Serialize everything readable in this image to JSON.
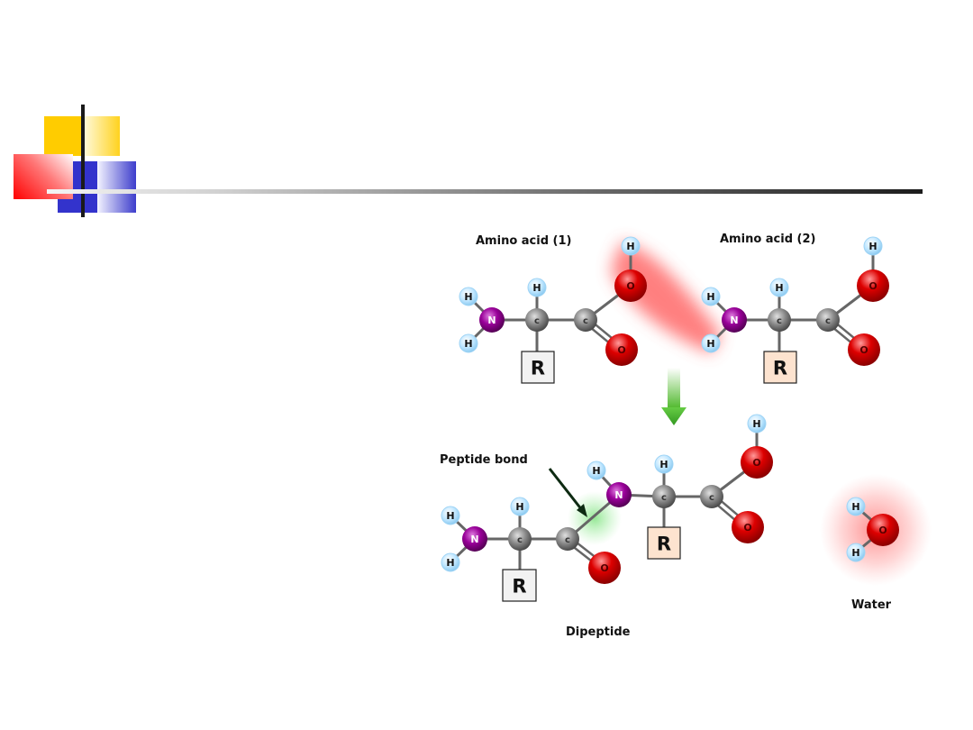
{
  "slide": {
    "title_decoration": {
      "colors": {
        "yellow": "#ffcc00",
        "blue": "#3333cc",
        "red": "#ff0000",
        "bar": "#1a1a1a"
      }
    }
  },
  "diagram": {
    "labels": {
      "amino_acid_1": "Amino acid (1)",
      "amino_acid_2": "Amino acid (2)",
      "peptide_bond": "Peptide bond",
      "dipeptide": "Dipeptide",
      "water": "Water"
    },
    "atom_symbols": {
      "hydrogen": "H",
      "nitrogen": "N",
      "carbon": "C",
      "oxygen": "O",
      "side_chain": "R"
    },
    "colors": {
      "hydrogen": "#bfe6ff",
      "nitrogen": "#990099",
      "carbon": "#888888",
      "oxygen": "#dd0000",
      "r_box_1": "#f2f2f2",
      "r_box_2": "#fde3cf",
      "water_glow": "#ff6666",
      "peptide_glow": "#66dd66",
      "arrow": "#44aa22"
    }
  }
}
